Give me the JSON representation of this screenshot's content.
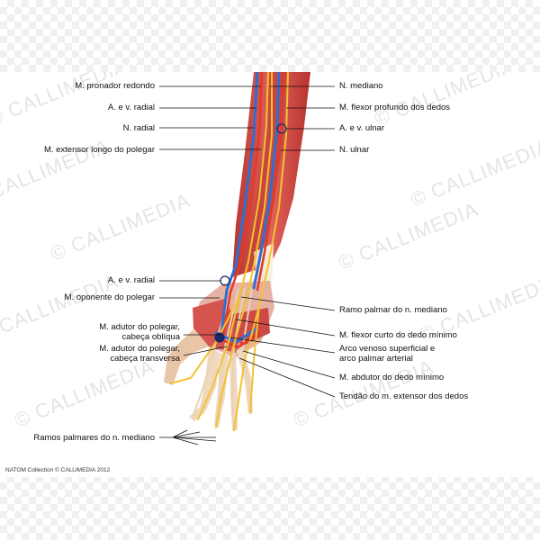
{
  "watermark": "© CALLIMEDIA",
  "footer": "NATOM Collection © CALLIMEDIA 2012",
  "labels_left": [
    "M. pronador redondo",
    "A. e v. radial",
    "N. radial",
    "M. extensor longo do polegar",
    "A. e v. radial",
    "M. oponente do polegar",
    "M. adutor do polegar,\ncabeça oblíqua",
    "M. adutor do polegar,\ncabeça transversa",
    "Ramos palmares do n. mediano"
  ],
  "labels_right": [
    "N. mediano",
    "M. flexor profundo dos dedos",
    "A. e v. ulnar",
    "N. ulnar",
    "Ramo palmar do n. mediano",
    "M. flexor curto do dedo mínimo",
    "Arco venoso superficial e\narco palmar arterial",
    "M. abdutor do dedo mínimo",
    "Tendão do m. extensor dos dedos"
  ],
  "colors": {
    "muscle": "#d9534f",
    "nerve": "#f2c232",
    "artery": "#e23a2a",
    "vein": "#2f6fd0",
    "tendon": "#e9d9c2"
  }
}
